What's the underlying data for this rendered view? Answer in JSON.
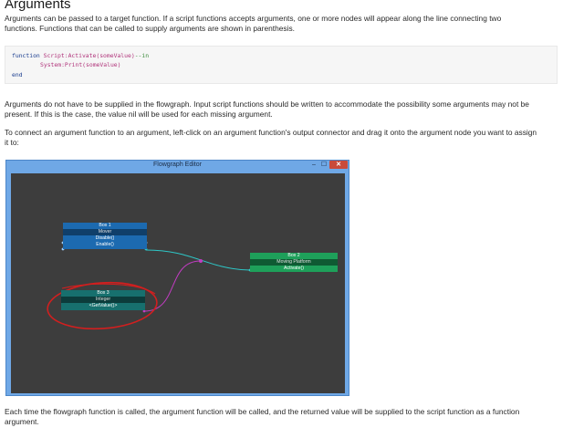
{
  "heading": "Arguments",
  "intro": {
    "line1": "Arguments can be passed to a target function.  If a script functions accepts arguments, one or more nodes will appear along the line connecting two",
    "line2": "functions.  Functions that can be called to supply arguments are shown in parenthesis."
  },
  "code": {
    "line1_keyword": "function",
    "line1_name": "Script:Activate(someValue)",
    "line1_comment": "--in",
    "line2_name": "System:Print(someValue)",
    "line3_keyword": "end"
  },
  "para2": {
    "line1": "Arguments do not have to be supplied in the flowgraph.  Input script functions should be written to accommodate the possibility some arguments may not be",
    "line2": "present.  If this is the case, the value nil will be used for each missing argument."
  },
  "para3": {
    "line1": "To connect an argument function to an argument, left-click on an argument function's output connector and drag it onto the argument node you want to assign",
    "line2": "it to:"
  },
  "window": {
    "title": "Flowgraph Editor",
    "minimize_glyph": "–",
    "maximize_glyph": "☐",
    "close_glyph": "✕"
  },
  "nodes": {
    "box1": {
      "title": "Box 1",
      "subtitle": "Mover",
      "items": [
        "Disable()",
        "Enable()"
      ]
    },
    "box2": {
      "title": "Box 2",
      "subtitle": "Moving Platform",
      "items": [
        "Activate()"
      ]
    },
    "box3": {
      "title": "Box 3",
      "subtitle": "Integer",
      "items": [
        "<GetValue()>"
      ]
    }
  },
  "colors": {
    "box1": "#1c6ab0",
    "box2": "#1ea05a",
    "box3": "#17706e",
    "canvas": "#3d3d3d",
    "wire_enable": "#2ec7c7",
    "wire_argument": "#c23cc2",
    "annotation_circle": "#d21f1f"
  },
  "outro": {
    "line1": "Each time the flowgraph function is called, the argument function will be called, and the returned value will be supplied to the script function as a function",
    "line2": "argument."
  }
}
